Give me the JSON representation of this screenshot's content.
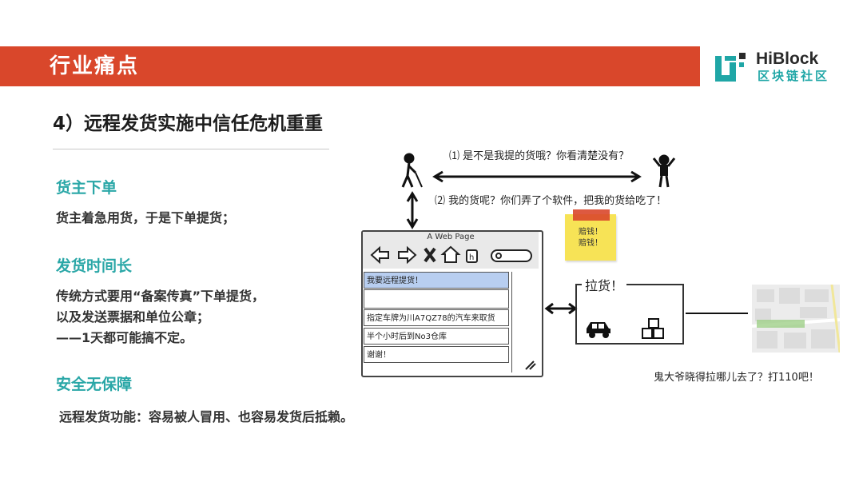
{
  "header": {
    "title": "行业痛点",
    "logo_text": "HiBlock",
    "logo_sub": "区块链社区"
  },
  "subtitle": "4）远程发货实施中信任危机重重",
  "sections": [
    {
      "heading": "货主下单",
      "body": [
        "货主着急用货，于是下单提货；"
      ]
    },
    {
      "heading": "发货时间长",
      "body": [
        "传统方式要用“备案传真”下单提货，",
        "以及发送票据和单位公章；",
        "——1天都可能搞不定。"
      ]
    },
    {
      "heading": "安全无保障",
      "body": [
        "远程发货功能：容易被人冒用、也容易发货后抵赖。"
      ]
    }
  ],
  "diagram": {
    "speech1": "⑴ 是不是我提的货哦？你看清楚没有？",
    "speech2": "⑵ 我的货呢？你们弄了个软件，把我的货给吃了！",
    "note_lines": [
      "赔钱！",
      "赔钱！"
    ],
    "browser_title": "A Web Page",
    "browser_rows": [
      "我要远程提货！",
      "",
      "指定车牌为川A7QZ78的汽车来取货",
      "半个小时后到No3仓库",
      "谢谢！"
    ],
    "box_label": "拉货！",
    "caption": "鬼大爷晓得拉哪儿去了？打110吧！"
  },
  "colors": {
    "accent": "#d9472b",
    "teal": "#2aa7a7"
  }
}
